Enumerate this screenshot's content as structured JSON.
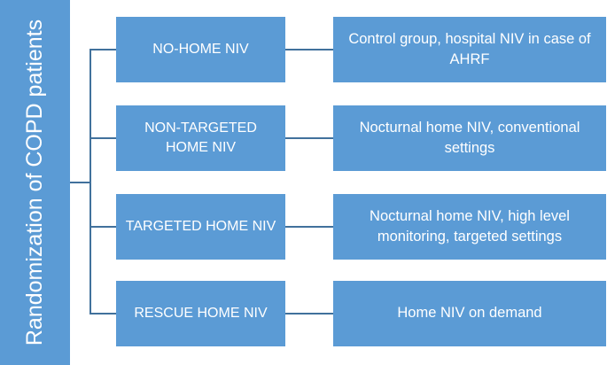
{
  "root": {
    "label": "Randomization of COPD patients"
  },
  "branches": [
    {
      "group": "NO-HOME NIV",
      "description": "Control group, hospital NIV in case of AHRF"
    },
    {
      "group": "NON-TARGETED HOME NIV",
      "description": "Nocturnal home NIV, conventional settings"
    },
    {
      "group": "TARGETED HOME NIV",
      "description": "Nocturnal home NIV, high level monitoring, targeted settings"
    },
    {
      "group": "RESCUE HOME NIV",
      "description": "Home NIV on demand"
    }
  ],
  "colors": {
    "box_fill": "#5b9bd5",
    "connector": "#41719c",
    "text": "#ffffff",
    "background": "#ffffff"
  }
}
